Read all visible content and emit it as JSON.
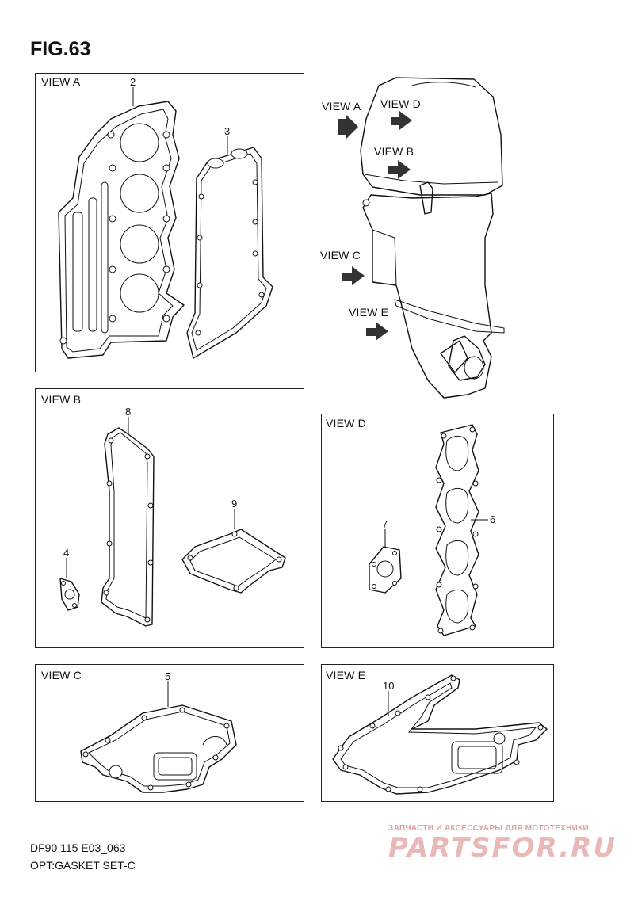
{
  "figure": {
    "title": "FIG.63"
  },
  "views": {
    "a": {
      "label": "VIEW A",
      "parts": [
        "2",
        "3"
      ]
    },
    "b": {
      "label": "VIEW B",
      "parts": [
        "8",
        "9",
        "4"
      ]
    },
    "c": {
      "label": "VIEW C",
      "parts": [
        "5"
      ]
    },
    "d": {
      "label": "VIEW D",
      "parts": [
        "7",
        "6"
      ]
    },
    "e": {
      "label": "VIEW E",
      "parts": [
        "10"
      ]
    }
  },
  "engine_labels": [
    "VIEW A",
    "VIEW D",
    "VIEW B",
    "VIEW C",
    "VIEW E"
  ],
  "footer": {
    "code": "DF90 115 E03_063",
    "caption": "OPT:GASKET SET-C"
  },
  "watermark": {
    "tagline": "ЗАПЧАСТИ И АКСЕССУАРЫ ДЛЯ МОТОТЕХНИКИ",
    "brand": "PARTSFOR.RU"
  },
  "colors": {
    "line": "#111111",
    "watermark": "#e9b8b8"
  }
}
